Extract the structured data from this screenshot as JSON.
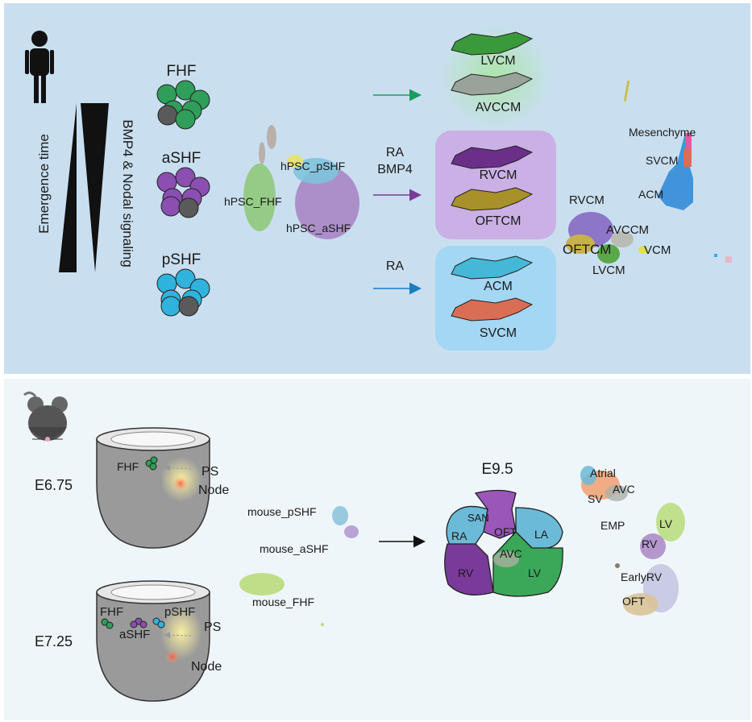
{
  "human": {
    "emergence_label": "Emergence time",
    "signaling_label": "BMP4 & Nodal signaling",
    "progenitors": [
      "FHF",
      "aSHF",
      "pSHF"
    ],
    "umap_clusters": [
      "hPSC_pSHF",
      "hPSC_FHF",
      "hPSC_aSHF"
    ],
    "treatments": [
      {
        "label": "",
        "color": "#1a9e5a"
      },
      {
        "label": "RA\nBMP4",
        "color": "#7a3a9a"
      },
      {
        "label": "RA",
        "color": "#1e7cc0"
      }
    ],
    "cardiomyocyte_groups": [
      {
        "cells": [
          {
            "label": "LVCM",
            "color": "#3a9a3a"
          },
          {
            "label": "AVCCM",
            "color": "#9aa39a"
          }
        ],
        "glow": "#a8e6a0"
      },
      {
        "cells": [
          {
            "label": "RVCM",
            "color": "#6b2f8a"
          },
          {
            "label": "OFTCM",
            "color": "#a8912a"
          }
        ],
        "glow": "#c9a0e0"
      },
      {
        "cells": [
          {
            "label": "ACM",
            "color": "#45b8d8"
          },
          {
            "label": "SVCM",
            "color": "#d96e55"
          }
        ],
        "glow": "#8fd3f5"
      }
    ],
    "umap_labels": [
      "Mesenchyme",
      "SVCM",
      "ACM",
      "RVCM",
      "AVCCM",
      "OFTCM",
      "VCM",
      "LVCM"
    ]
  },
  "mouse": {
    "stages": [
      {
        "label": "E6.75",
        "fields": [
          "FHF"
        ],
        "markers": [
          "PS",
          "Node"
        ]
      },
      {
        "label": "E7.25",
        "fields": [
          "FHF",
          "aSHF",
          "pSHF"
        ],
        "markers": [
          "PS",
          "Node"
        ]
      }
    ],
    "umap_clusters": [
      "mouse_pSHF",
      "mouse_aSHF",
      "mouse_FHF"
    ],
    "heart_stage": "E9.5",
    "heart_regions": [
      "SAN",
      "RA",
      "OFT",
      "LA",
      "AVC",
      "RV",
      "LV"
    ],
    "umap_labels": [
      "Atrial",
      "AVC",
      "SV",
      "EMP",
      "LV",
      "RV",
      "EarlyRV",
      "OFT"
    ]
  },
  "colors": {
    "top_panel": "#c9dff0",
    "bottom_panel": "#eef6fa",
    "fhf": "#2f9e5a",
    "ashf": "#8a4fb0",
    "pshf": "#2fb3dc",
    "dark": "#5a5a5a"
  },
  "icons": [
    "human-silhouette-icon",
    "mouse-icon",
    "progenitor-cluster-icon",
    "cardiomyocyte-icon",
    "arrow-icon"
  ]
}
